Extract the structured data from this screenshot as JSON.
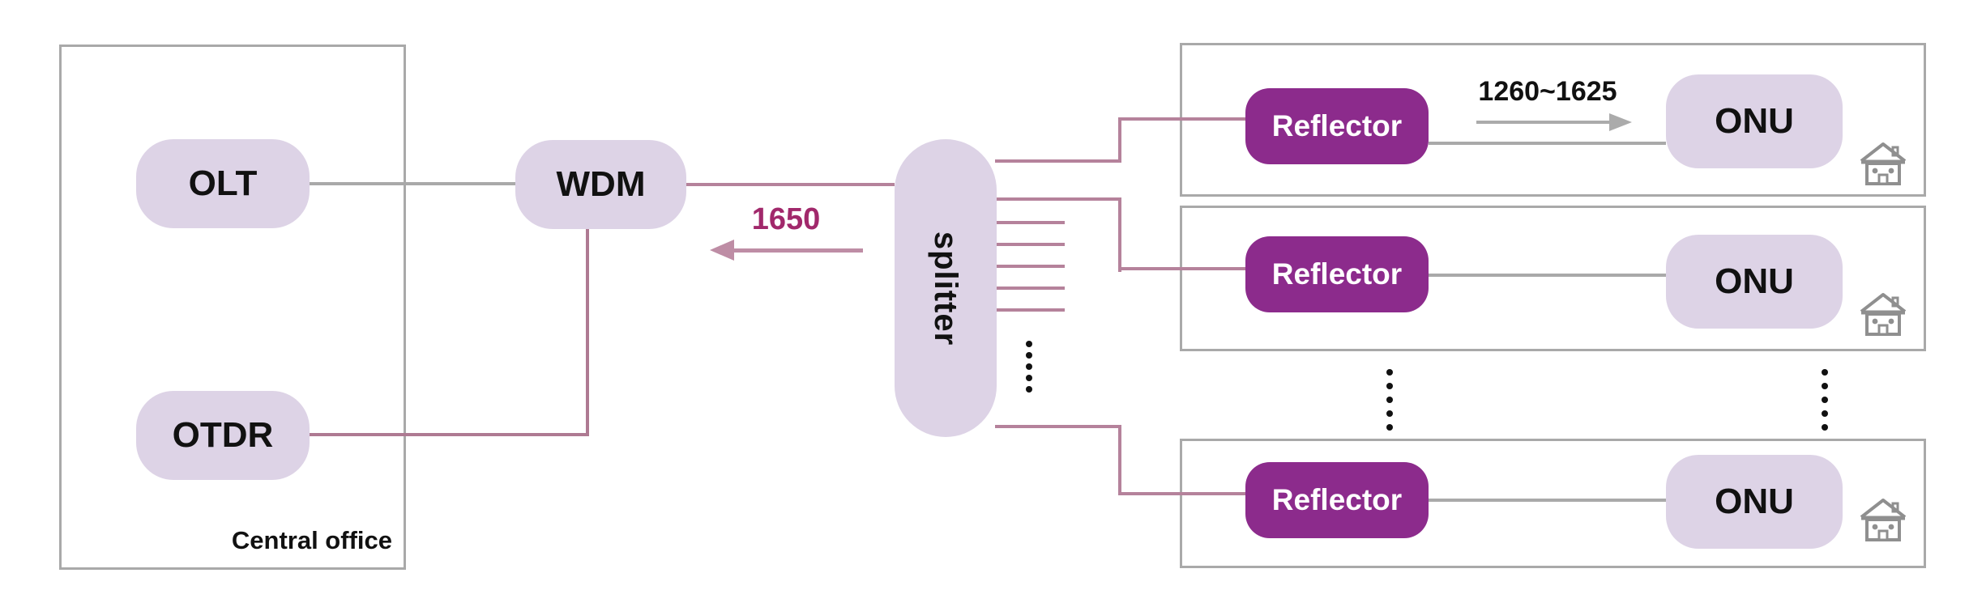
{
  "colors": {
    "node_fill": "#DDD3E6",
    "reflector_fill": "#8C2B8C",
    "fiber_mauve": "#B5829B",
    "monitor_text": "#A1286B",
    "grey_line": "#A9A9A9"
  },
  "central_office": {
    "label": "Central office",
    "olt_label": "OLT",
    "otdr_label": "OTDR"
  },
  "wdm_label": "WDM",
  "splitter_label": "splitter",
  "wavelengths": {
    "monitoring": "1650",
    "downstream_range": "1260~1625"
  },
  "branches": [
    {
      "reflector_label": "Reflector",
      "onu_label": "ONU"
    },
    {
      "reflector_label": "Reflector",
      "onu_label": "ONU"
    },
    {
      "reflector_label": "Reflector",
      "onu_label": "ONU"
    }
  ]
}
